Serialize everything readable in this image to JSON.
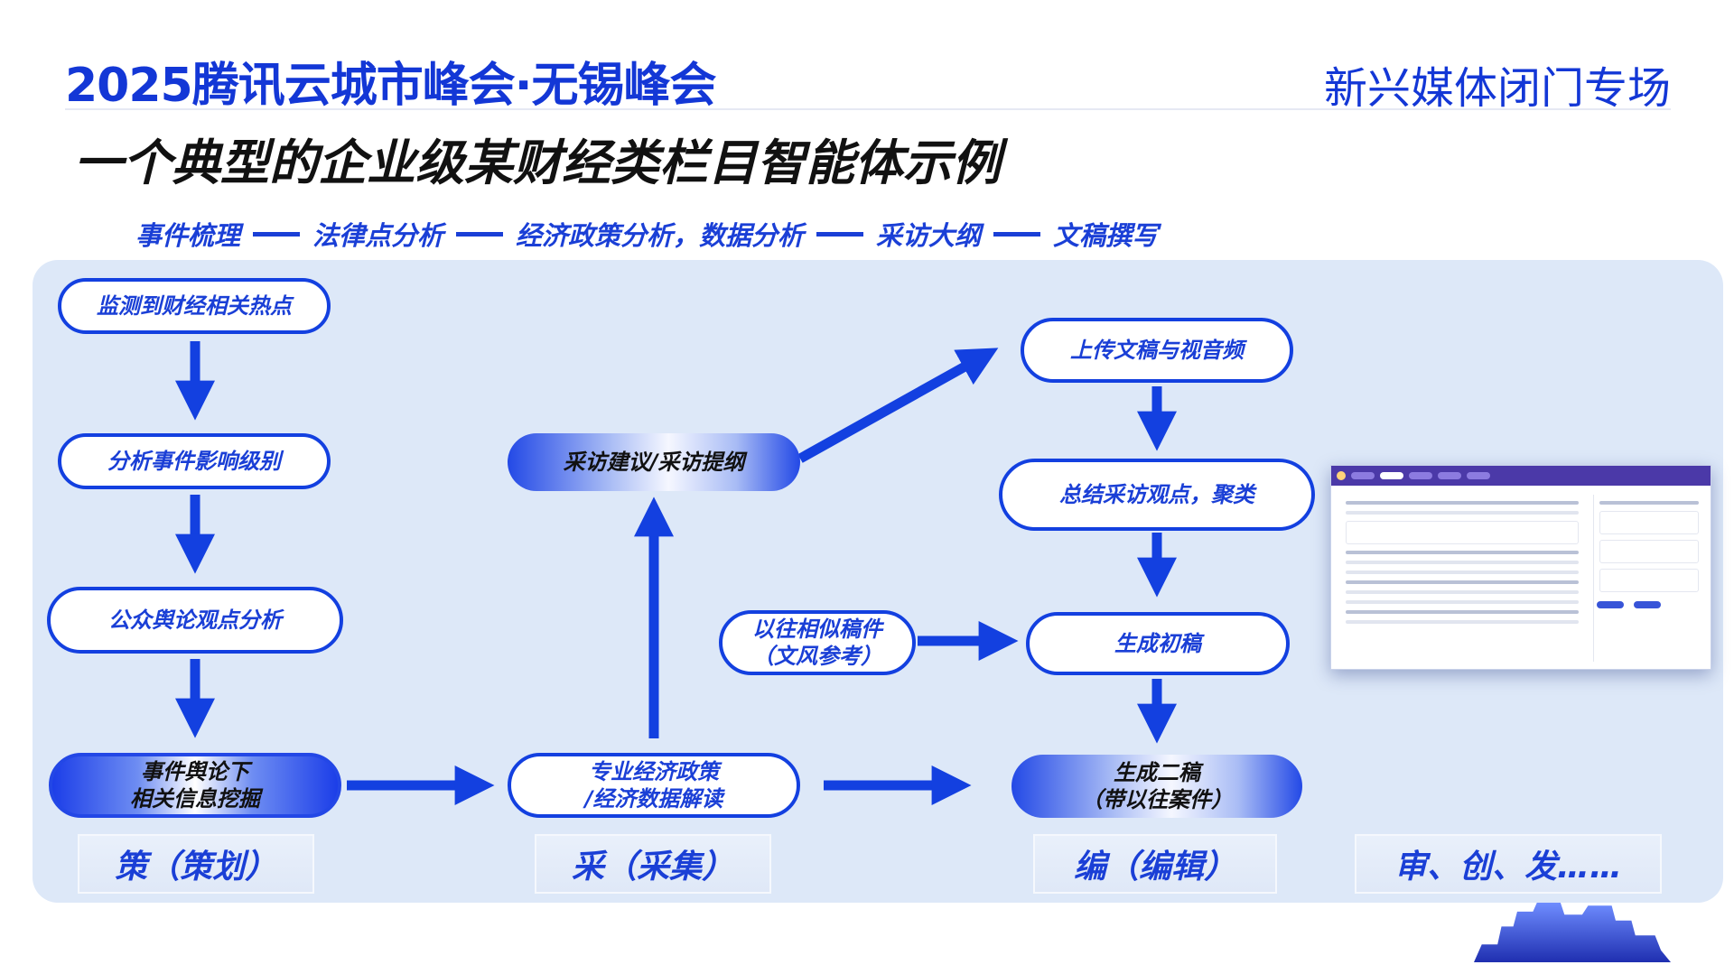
{
  "header": {
    "event_title": "2025腾讯云城市峰会·无锡峰会",
    "session_title": "新兴媒体闭门专场"
  },
  "page_title": "一个典型的企业级某财经类栏目智能体示例",
  "flow_steps": [
    "事件梳理",
    "法律点分析",
    "经济政策分析，数据分析",
    "采访大纲",
    "文稿撰写"
  ],
  "nodes": {
    "monitor": "监测到财经相关热点",
    "impact": "分析事件影响级别",
    "opinion": "公众舆论观点分析",
    "mining": "事件舆论下\n相关信息挖掘",
    "policy": "专业经济政策\n/经济数据解读",
    "interview": "采访建议/采访提纲",
    "upload": "上传文稿与视音频",
    "summary": "总结采访观点，聚类",
    "reference": "以往相似稿件\n（文风参考）",
    "first_draft": "生成初稿",
    "second_draft": "生成二稿\n（带以往案件）"
  },
  "stages": [
    "策（策划）",
    "采（采集）",
    "编（编辑）",
    "审、创、发……"
  ],
  "colors": {
    "brand_blue": "#1337d6",
    "arrow_blue": "#1340e0",
    "panel_bg": "#dde8f8"
  }
}
